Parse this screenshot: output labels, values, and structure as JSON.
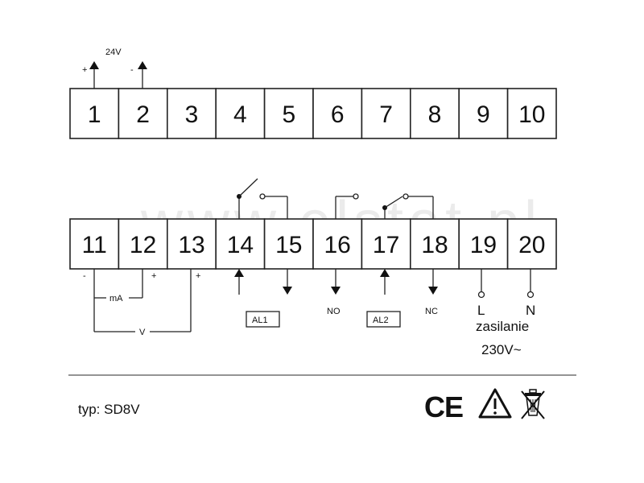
{
  "supply_24v": {
    "label": "24V",
    "plus": "+",
    "minus": "-"
  },
  "top_terminals": [
    "1",
    "2",
    "3",
    "4",
    "5",
    "6",
    "7",
    "8",
    "9",
    "10"
  ],
  "bottom_terminals": [
    "11",
    "12",
    "13",
    "14",
    "15",
    "16",
    "17",
    "18",
    "19",
    "20"
  ],
  "watermark": "www.elstat.pl",
  "inputs": {
    "minus": "-",
    "plus_ma": "+",
    "plus_v": "+",
    "ma_label": "mA",
    "v_label": "V"
  },
  "relays": {
    "al1": "AL1",
    "al2": "AL2",
    "no": "NO",
    "nc": "NC"
  },
  "power": {
    "l": "L",
    "n": "N",
    "label": "zasilanie",
    "voltage": "230V~"
  },
  "footer": {
    "type_label": "typ: SD8V",
    "ce_mark": "CE",
    "warning_icon": "warning-icon",
    "weee_icon": "weee-bin-icon"
  }
}
